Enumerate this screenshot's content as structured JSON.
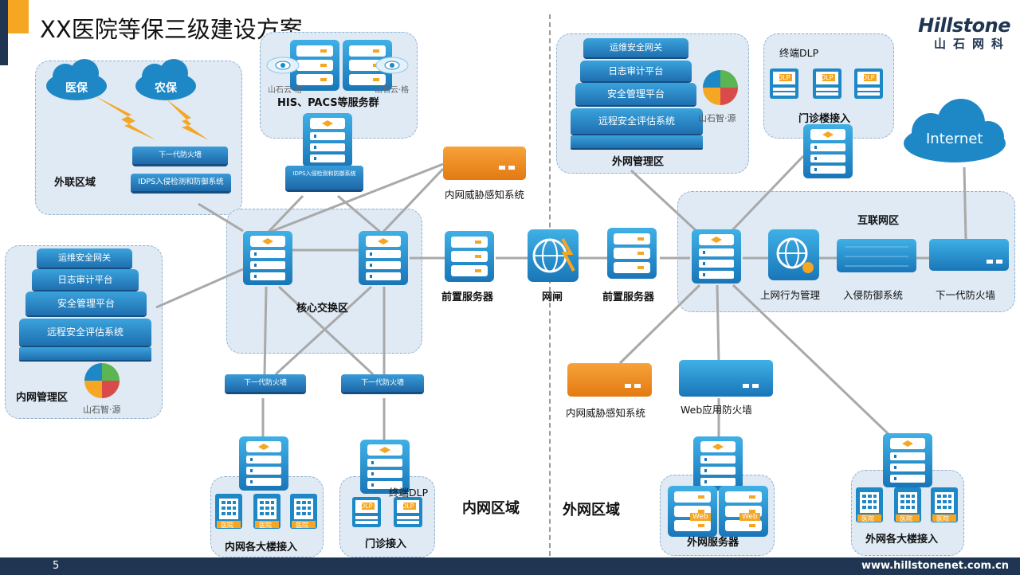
{
  "slide": {
    "title": "XX医院等保三级建设方案",
    "logo_en": "Hillstone",
    "logo_cn": "山石网科",
    "page_number": "5",
    "footer_url": "www.hillstonenet.com.cn"
  },
  "colors": {
    "navy": "#1f3551",
    "accent_orange": "#f5a623",
    "device_blue": "#1e88c7",
    "device_orange": "#ee8a1f",
    "zone_fill": "#dfeaf5",
    "link_gray": "#a9a9a9"
  },
  "regions": {
    "intranet": "内网区域",
    "extranet": "外网区域"
  },
  "zones": {
    "external_link": "外联区域",
    "his_servers": "HIS、PACS等服务群",
    "core_switch": "核心交换区",
    "intranet_mgmt": "内网管理区",
    "intranet_buildings": "内网各大楼接入",
    "intranet_outpatient": "门诊接入",
    "extranet_mgmt": "外网管理区",
    "outpatient_building": "门诊楼接入",
    "internet_zone": "互联网区",
    "extranet_servers": "外网服务器",
    "extranet_buildings": "外网各大楼接入"
  },
  "labels": {
    "medical_insurance": "医保",
    "rural_insurance": "农保",
    "ngfw": "下一代防火墙",
    "idps": "IDPS入侵检测和防御系统",
    "cloud_grid": "山石云·格",
    "ops_gateway": "运维安全网关",
    "log_audit": "日志审计平台",
    "sec_mgmt": "安全管理平台",
    "remote_eval": "远程安全评估系统",
    "smart_source": "山石智·源",
    "threat_sense": "内网威胁感知系统",
    "front_server": "前置服务器",
    "gatekeeper": "网闸",
    "terminal_dlp": "终端DLP",
    "dlp": "DLP",
    "internet": "Internet",
    "web_behavior": "上网行为管理",
    "ips": "入侵防御系统",
    "waf": "Web应用防火墙",
    "hospital": "医院",
    "web": "Web"
  }
}
